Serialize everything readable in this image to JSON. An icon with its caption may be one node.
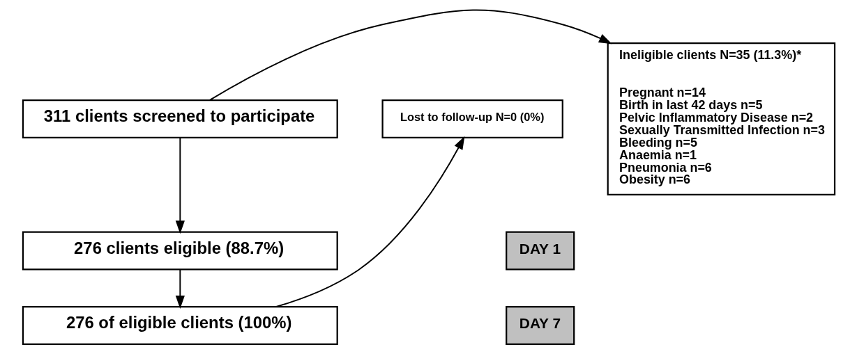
{
  "diagram": {
    "nodes": [
      {
        "text": [
          "311 clients screened to participate"
        ]
      },
      {
        "text": [
          "276 clients eligible (88.7%)"
        ]
      },
      {
        "text": [
          "276 of eligible clients (100%)"
        ]
      },
      {
        "text": [
          "Ineligible clients N=35 (11.3%)*",
          "Pregnant n=14",
          "Birth in last 42 days n=5",
          "Pelvic Inflammatory Disease n=2",
          "Sexually Transmitted Infection n=3",
          "Bleeding n=5",
          "Anaemia n=1",
          "Pneumonia n=6",
          "Obesity n=6"
        ]
      },
      {
        "text": [
          "Lost to follow-up N=0 (0%)"
        ]
      },
      {
        "text": [
          "DAY 1"
        ]
      },
      {
        "text": [
          "DAY 7"
        ]
      }
    ],
    "edges": [
      {
        "from": 0,
        "to": 1,
        "arrow": "to"
      },
      {
        "from": 0,
        "to": 3,
        "arrow": "to"
      },
      {
        "from": 1,
        "to": 2,
        "arrow": "to"
      },
      {
        "from": 2,
        "to": 4,
        "arrow": "to"
      }
    ]
  }
}
